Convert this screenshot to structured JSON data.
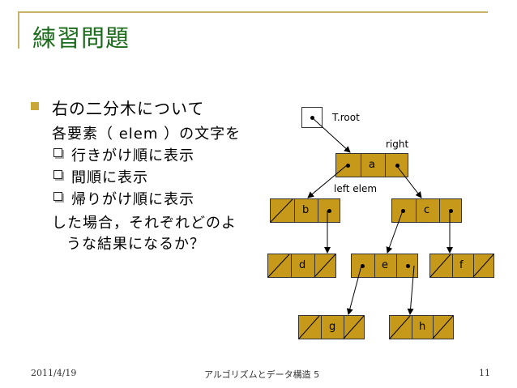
{
  "slide": {
    "title": "練習問題",
    "bullets": {
      "main": "右の二分木について",
      "line2": "各要素（ elem ）の文字を",
      "sub1": "行きがけ順に表示",
      "sub2": "間順に表示",
      "sub3": "帰りがけ順に表示",
      "line6": "した場合，それぞれどのよ",
      "line7": "うな結果になるか？"
    }
  },
  "diagram": {
    "root_label": "T.root",
    "right_label": "right",
    "left_elem_label": "left  elem",
    "nodes": {
      "a": "a",
      "b": "b",
      "c": "c",
      "d": "d",
      "e": "e",
      "f": "f",
      "g": "g",
      "h": "h"
    }
  },
  "footer": {
    "date": "2011/4/19",
    "course": "アルゴリズムとデータ構造 5",
    "page": "11"
  },
  "colors": {
    "title": "#1a6b1a",
    "node_fill": "#c7991a",
    "accent": "#c9b36a"
  }
}
